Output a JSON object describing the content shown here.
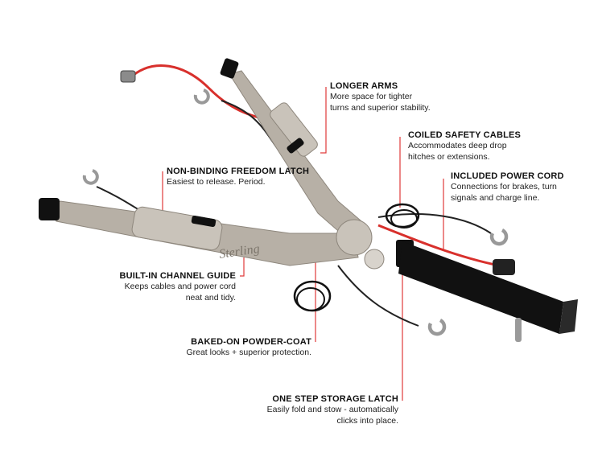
{
  "colors": {
    "leader_line": "#e03a3a",
    "arm_metal": "#b7b0a6",
    "receiver": "#111111",
    "cord_red": "#d8302c"
  },
  "callouts": {
    "longer_arms": {
      "title": "LONGER ARMS",
      "lines": [
        "More space for tighter",
        "turns and superior stability."
      ]
    },
    "coiled_cables": {
      "title": "COILED SAFETY CABLES",
      "lines": [
        "Accommodates deep drop",
        "hitches or extensions."
      ]
    },
    "power_cord": {
      "title": "INCLUDED POWER CORD",
      "lines": [
        "Connections for brakes, turn",
        "signals and charge line."
      ]
    },
    "freedom_latch": {
      "title": "NON-BINDING FREEDOM LATCH",
      "lines": [
        "Easiest to release. Period."
      ]
    },
    "channel_guide": {
      "title": "BUILT-IN CHANNEL GUIDE",
      "lines": [
        "Keeps cables and power cord",
        "neat and tidy."
      ]
    },
    "powder_coat": {
      "title": "BAKED-ON POWDER-COAT",
      "lines": [
        "Great looks + superior protection."
      ]
    },
    "storage_latch": {
      "title": "ONE STEP STORAGE LATCH",
      "lines": [
        "Easily fold and stow - automatically",
        "clicks into place."
      ]
    }
  },
  "product": {
    "brand_text": "Sterling"
  }
}
